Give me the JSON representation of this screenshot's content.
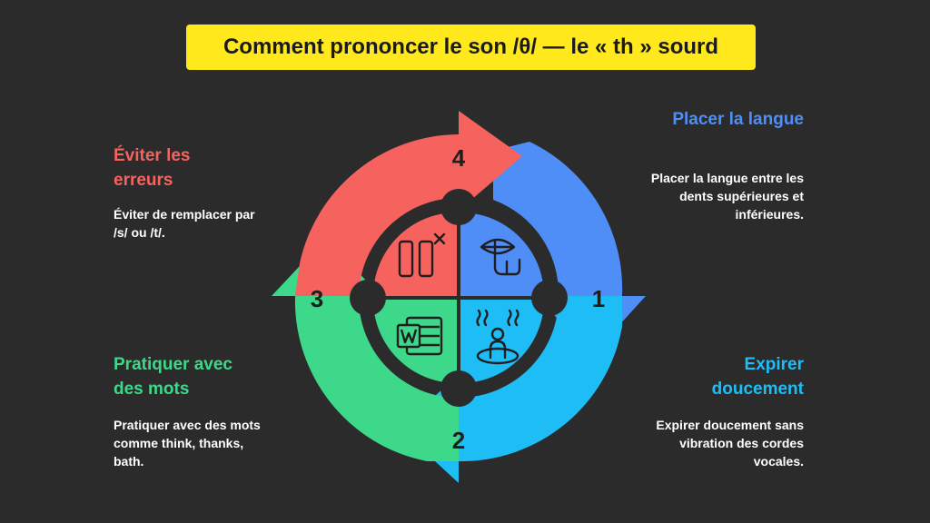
{
  "title": "Comment prononcer le son /θ/ — le « th » sourd",
  "colors": {
    "background": "#2b2b2b",
    "title_bg": "#ffe81c",
    "blue": "#4f8ef7",
    "cyan": "#1fbdf6",
    "green": "#3ed88b",
    "red": "#f6635f"
  },
  "steps": [
    {
      "number": "1",
      "title": "Placer la langue",
      "description": "Placer la langue entre les dents supérieures et inférieures.",
      "icon": "tongue-lips-icon"
    },
    {
      "number": "2",
      "title": "Expirer doucement",
      "description": "Expirer doucement sans vibration des cordes vocales.",
      "icon": "person-exhale-icon"
    },
    {
      "number": "3",
      "title": "Pratiquer avec des mots",
      "description": "Pratiquer avec des mots comme think, thanks, bath.",
      "icon": "word-document-icon"
    },
    {
      "number": "4",
      "title": "Éviter les erreurs",
      "description": "Éviter de remplacer par /s/ ou /t/.",
      "icon": "error-letters-icon"
    }
  ]
}
